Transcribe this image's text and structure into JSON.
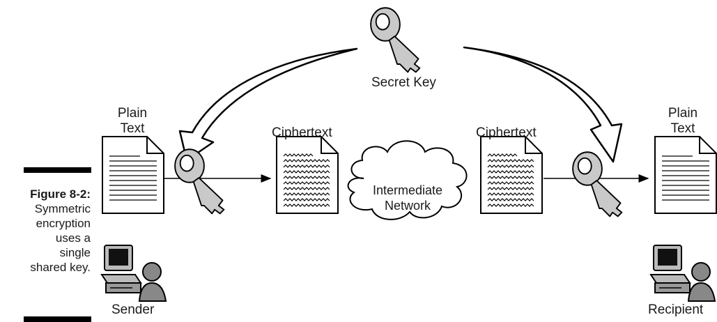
{
  "figure": {
    "label": "Figure 8-2:",
    "caption_lines": [
      "Symmetric",
      "encryption",
      "uses a",
      "single",
      "shared key."
    ]
  },
  "labels": {
    "secret_key": "Secret Key",
    "plain_text_left": [
      "Plain",
      "Text"
    ],
    "ciphertext_left": "Ciphertext",
    "network": [
      "Intermediate",
      "Network"
    ],
    "ciphertext_right": "Ciphertext",
    "plain_text_right": [
      "Plain",
      "Text"
    ],
    "sender": "Sender",
    "recipient": "Recipient"
  },
  "icons": [
    "key-icon",
    "document-icon",
    "ciphertext-document-icon",
    "cloud-icon",
    "computer-user-icon",
    "curved-arrow-icon",
    "arrow-icon"
  ]
}
